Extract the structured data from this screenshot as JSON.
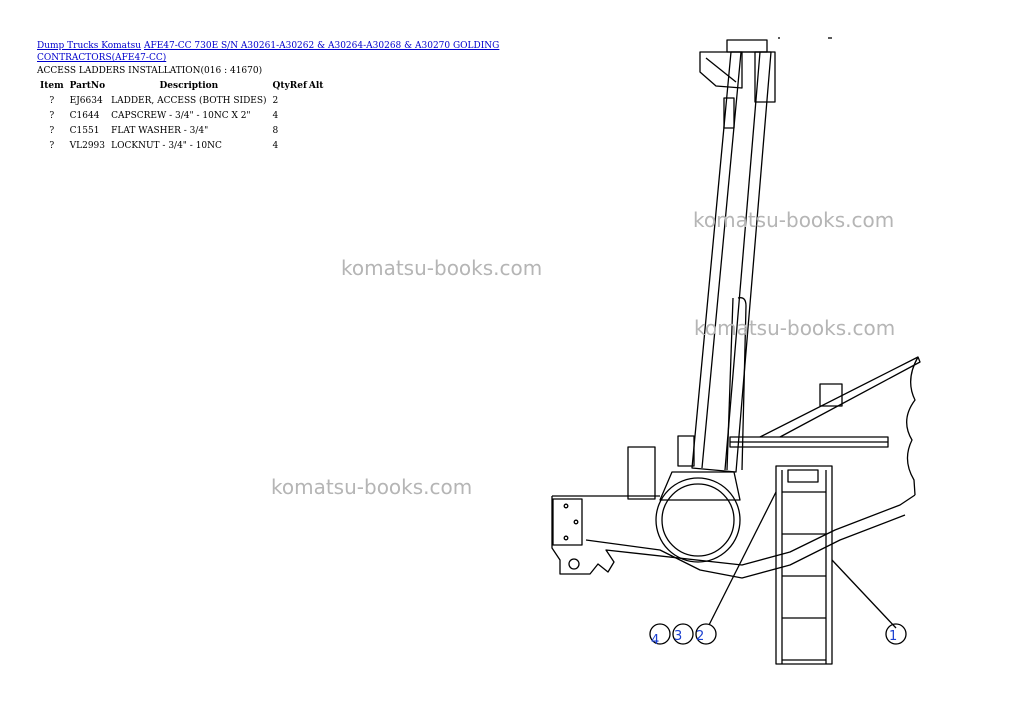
{
  "breadcrumb": {
    "category": "Dump Trucks Komatsu",
    "model_line1": "AFE47-CC 730E S/N A30261-A30262 & A30264-A30268 & A30270 GOLDING",
    "model_line2": "CONTRACTORS(AFE47-CC)"
  },
  "page_title": "ACCESS LADDERS INSTALLATION(016 : 41670)",
  "table": {
    "headers": {
      "item": "Item",
      "partno": "PartNo",
      "description": "Description",
      "qty": "Qty",
      "ref": "Ref",
      "alt": "Alt"
    },
    "rows": [
      {
        "item": "?",
        "partno": "EJ6634",
        "description": "LADDER, ACCESS (BOTH SIDES)",
        "qty": "2"
      },
      {
        "item": "?",
        "partno": "C1644",
        "description": "CAPSCREW - 3/4\" - 10NC X 2\"",
        "qty": "4"
      },
      {
        "item": "?",
        "partno": "C1551",
        "description": "FLAT WASHER - 3/4\"",
        "qty": "8"
      },
      {
        "item": "?",
        "partno": "VL2993",
        "description": "LOCKNUT - 3/4\" - 10NC",
        "qty": "4"
      }
    ]
  },
  "watermark": "komatsu-books.com",
  "callouts": [
    "1",
    "2",
    "3",
    "4"
  ],
  "colors": {
    "link": "#0000cc",
    "callout": "#1a3fd0",
    "watermark": "#b5b5b5"
  }
}
